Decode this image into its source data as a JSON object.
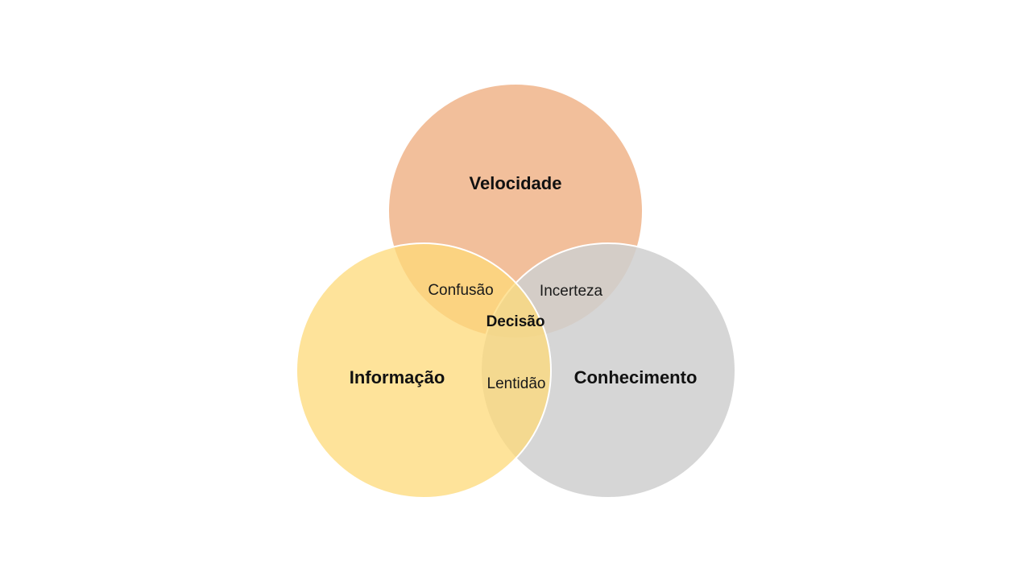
{
  "circles": {
    "velocidade": {
      "label": "Velocidade",
      "color": "#f0b48a"
    },
    "informacao": {
      "label": "Informação",
      "color": "#fdd978"
    },
    "conhecimento": {
      "label": "Conhecimento",
      "color": "#cfcfcf"
    }
  },
  "overlaps": {
    "velocidade_informacao": "Confusão",
    "velocidade_conhecimento": "Incerteza",
    "informacao_conhecimento": "Lentidão",
    "all": "Decisão"
  }
}
